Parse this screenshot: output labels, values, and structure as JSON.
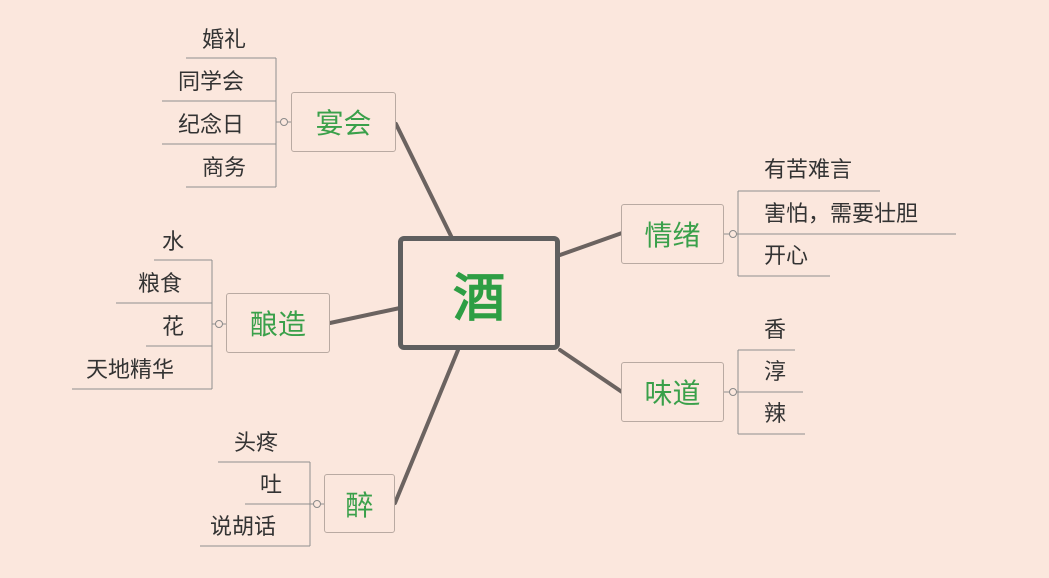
{
  "center": {
    "label": "酒"
  },
  "branches": {
    "banquet": {
      "label": "宴会",
      "leaves": [
        "婚礼",
        "同学会",
        "纪念日",
        "商务"
      ]
    },
    "brewing": {
      "label": "酿造",
      "leaves": [
        "水",
        "粮食",
        "花",
        "天地精华"
      ]
    },
    "drunk": {
      "label": "醉",
      "leaves": [
        "头疼",
        "吐",
        "说胡话"
      ]
    },
    "emotion": {
      "label": "情绪",
      "leaves": [
        "有苦难言",
        "害怕，需要壮胆",
        "开心"
      ]
    },
    "taste": {
      "label": "味道",
      "leaves": [
        "香",
        "淳",
        "辣"
      ]
    }
  },
  "colors": {
    "background": "#fbe7dd",
    "branch_text": "#3aa04a",
    "connector": "#6b6360",
    "leaf_line": "#8f8f8f"
  }
}
